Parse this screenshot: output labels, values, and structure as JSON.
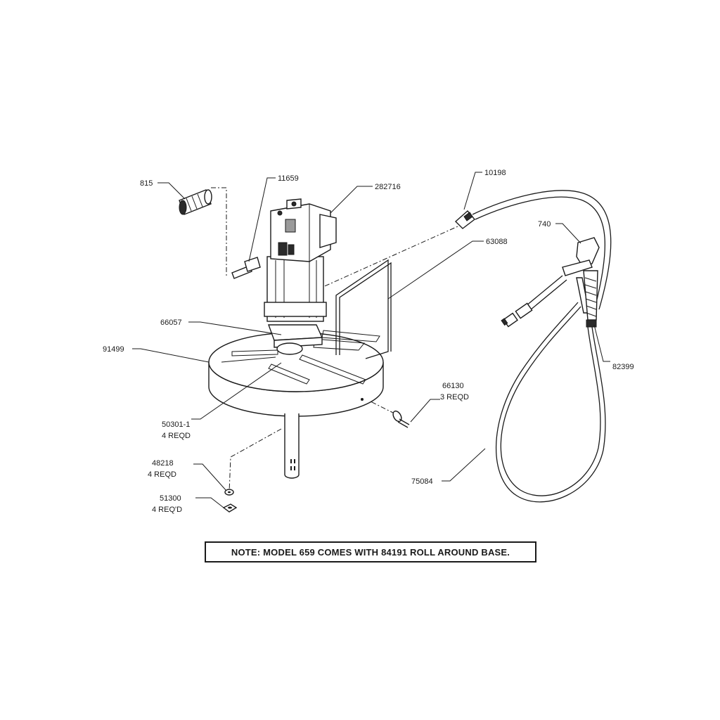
{
  "callouts": {
    "c815": "815",
    "c11659": "11659",
    "c282716": "282716",
    "c10198": "10198",
    "c740": "740",
    "c63088": "63088",
    "c66057": "66057",
    "c91499": "91499",
    "c82399": "82399",
    "c66130": "66130",
    "c66130_qty": "3 REQD",
    "c50301": "50301-1",
    "c50301_qty": "4 REQD",
    "c48218": "48218",
    "c48218_qty": "4 REQD",
    "c51300": "51300",
    "c51300_qty": "4 REQ'D",
    "c75084": "75084"
  },
  "note": "NOTE:  MODEL 659 COMES WITH 84191 ROLL AROUND BASE."
}
